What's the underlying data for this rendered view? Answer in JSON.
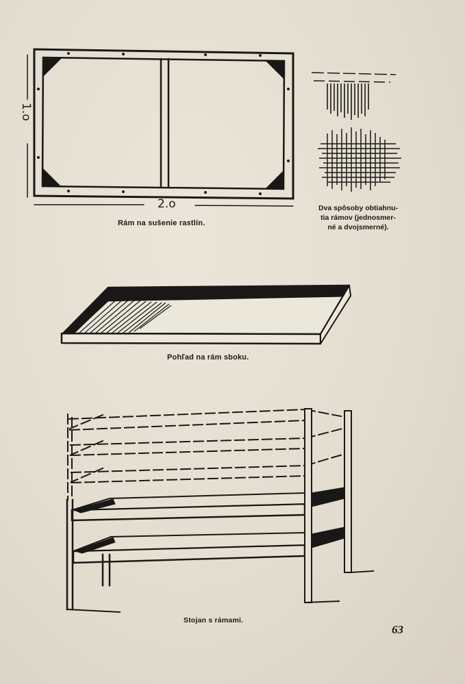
{
  "figures": {
    "frame": {
      "caption": "Rám na sušenie rastlín.",
      "dimension_width": "2.o",
      "dimension_height": "1.o"
    },
    "weave": {
      "caption_lines": [
        "Dva spôsoby obtiahnu-",
        "tia rámov (jednosmer-",
        "né a dvojsmerné)."
      ]
    },
    "side_view": {
      "caption": "Pohľad na rám sboku."
    },
    "stand": {
      "caption": "Stojan s rámami."
    }
  },
  "page_number": "63"
}
